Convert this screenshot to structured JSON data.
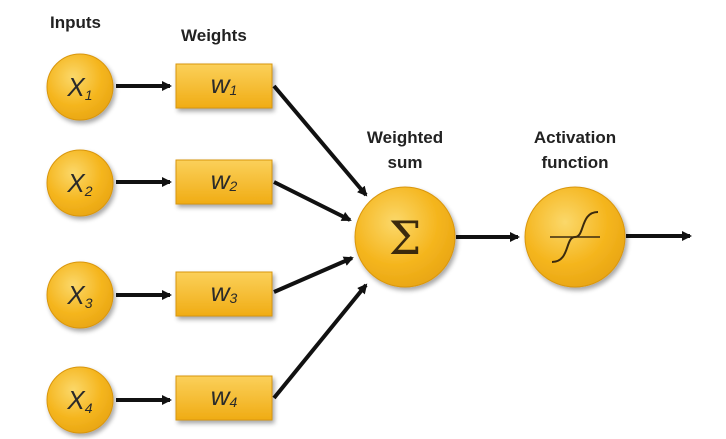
{
  "labels": {
    "inputs": "Inputs",
    "weights": "Weights",
    "weighted_sum_line1": "Weighted",
    "weighted_sum_line2": "sum",
    "activation_line1": "Activation",
    "activation_line2": "function"
  },
  "inputs": [
    {
      "base": "X",
      "sub": "1"
    },
    {
      "base": "X",
      "sub": "2"
    },
    {
      "base": "X",
      "sub": "3"
    },
    {
      "base": "X",
      "sub": "4"
    }
  ],
  "weights": [
    {
      "base": "w",
      "sub": "1"
    },
    {
      "base": "w",
      "sub": "2"
    },
    {
      "base": "w",
      "sub": "3"
    },
    {
      "base": "w",
      "sub": "4"
    }
  ],
  "sum_symbol": "Σ",
  "activation_symbol": "sigmoid-curve-icon",
  "colors": {
    "node_fill": "#f5b61f",
    "node_highlight": "#fbd86a",
    "node_stroke": "#d9960c",
    "arrow": "#111111",
    "text": "#222222"
  }
}
